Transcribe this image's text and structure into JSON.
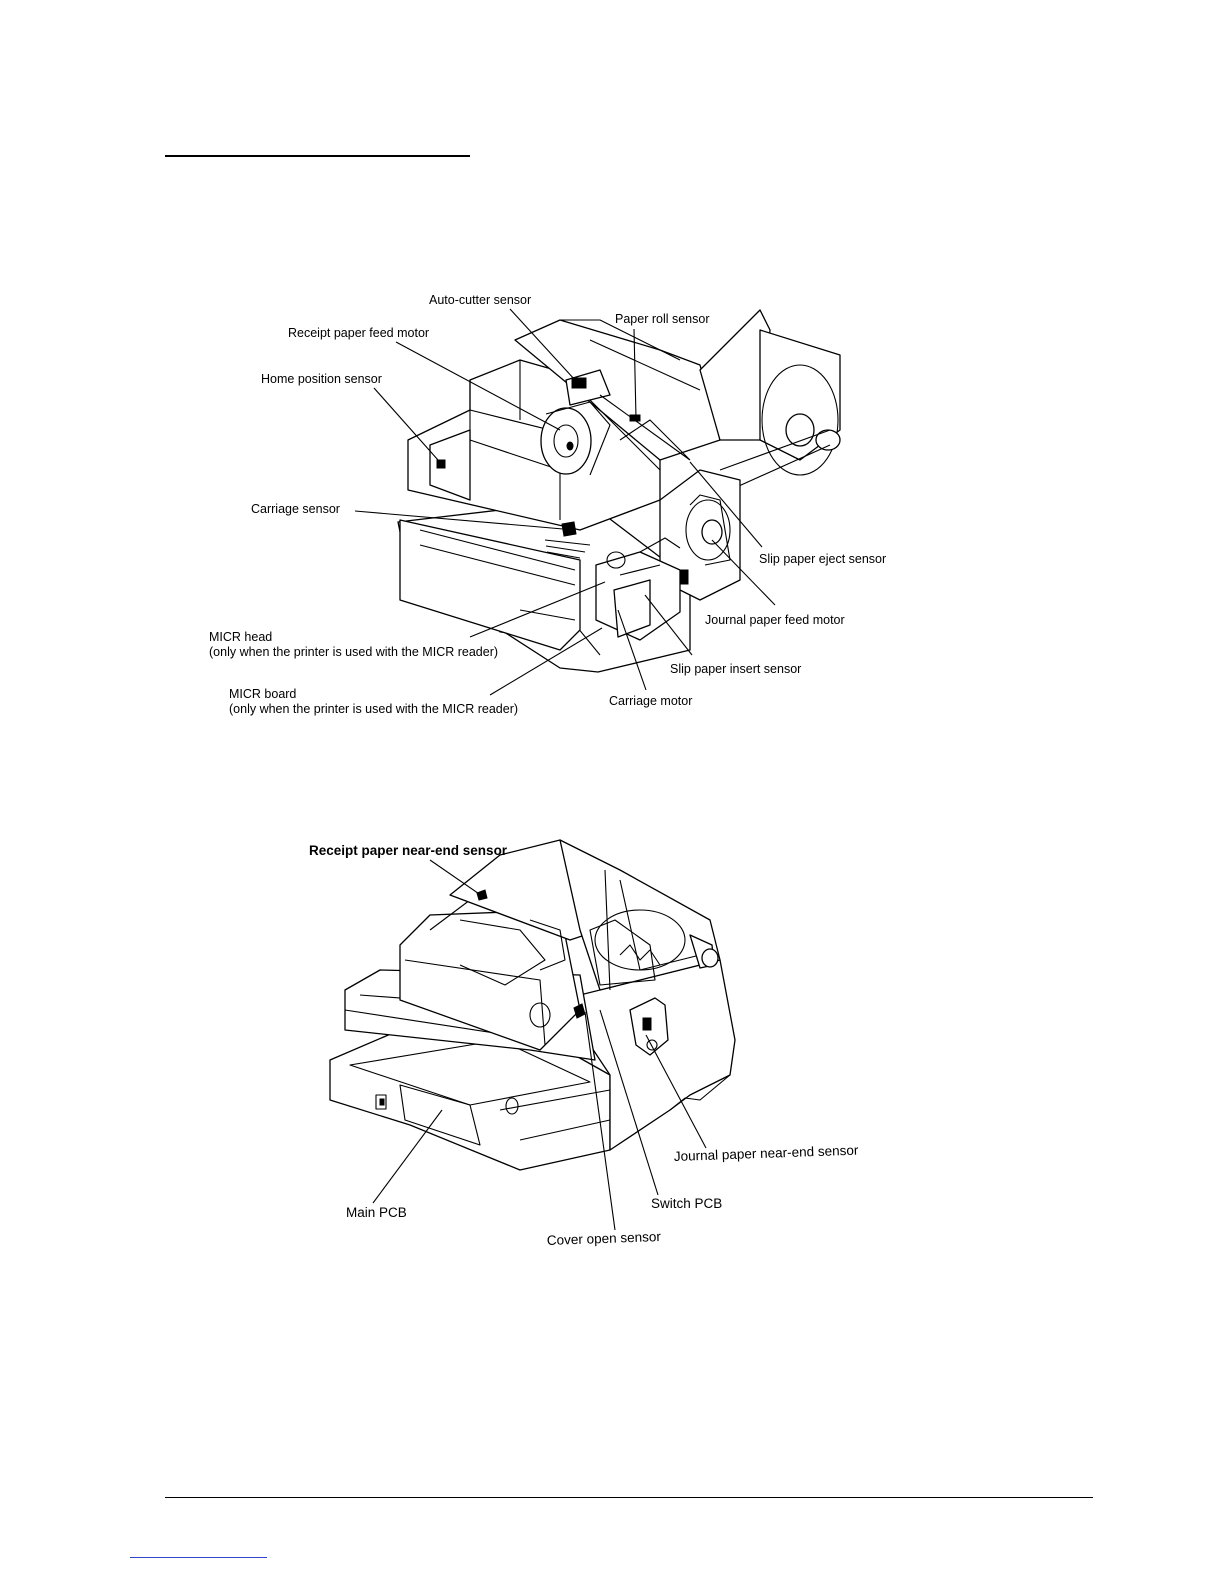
{
  "figure1": {
    "labels": {
      "auto_cutter_sensor": "Auto-cutter sensor",
      "paper_roll_sensor": "Paper roll sensor",
      "receipt_paper_feed_motor": "Receipt paper feed motor",
      "home_position_sensor": "Home position sensor",
      "carriage_sensor": "Carriage sensor",
      "slip_paper_eject_sensor": "Slip paper eject sensor",
      "journal_paper_feed_motor": "Journal paper feed motor",
      "micr_head_line1": "MICR head",
      "micr_head_line2": "(only when the printer is used with the MICR reader)",
      "slip_paper_insert_sensor": "Slip paper insert sensor",
      "micr_board_line1": "MICR board",
      "micr_board_line2": "(only when the printer is used with the MICR reader)",
      "carriage_motor": "Carriage motor"
    }
  },
  "figure2": {
    "labels": {
      "receipt_paper_near_end_sensor": "Receipt paper near-end sensor",
      "journal_paper_near_end_sensor": "Journal paper near-end sensor",
      "switch_pcb": "Switch PCB",
      "main_pcb": "Main PCB",
      "cover_open_sensor": "Cover open sensor"
    }
  },
  "colors": {
    "text": "#000000",
    "footer_link": "#3344cc"
  }
}
